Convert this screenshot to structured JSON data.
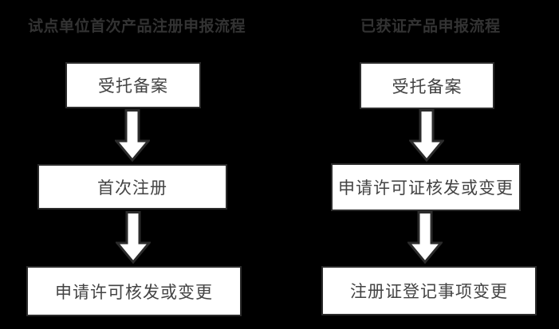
{
  "colors": {
    "page_bg": "#000000",
    "title_text": "#333333",
    "box_fill": "#ffffff",
    "box_border": "#2b2b2b",
    "box_text": "#434343",
    "arrow_fill": "#ffffff",
    "arrow_outline": "#2b2b2b"
  },
  "flows": [
    {
      "title": "试点单位首次产品注册申报流程",
      "steps": [
        "受托备案",
        "首次注册",
        "申请许可核发或变更"
      ]
    },
    {
      "title": "已获证产品申报流程",
      "steps": [
        "受托备案",
        "申请许可证核发或变更",
        "注册证登记事项变更"
      ]
    }
  ]
}
